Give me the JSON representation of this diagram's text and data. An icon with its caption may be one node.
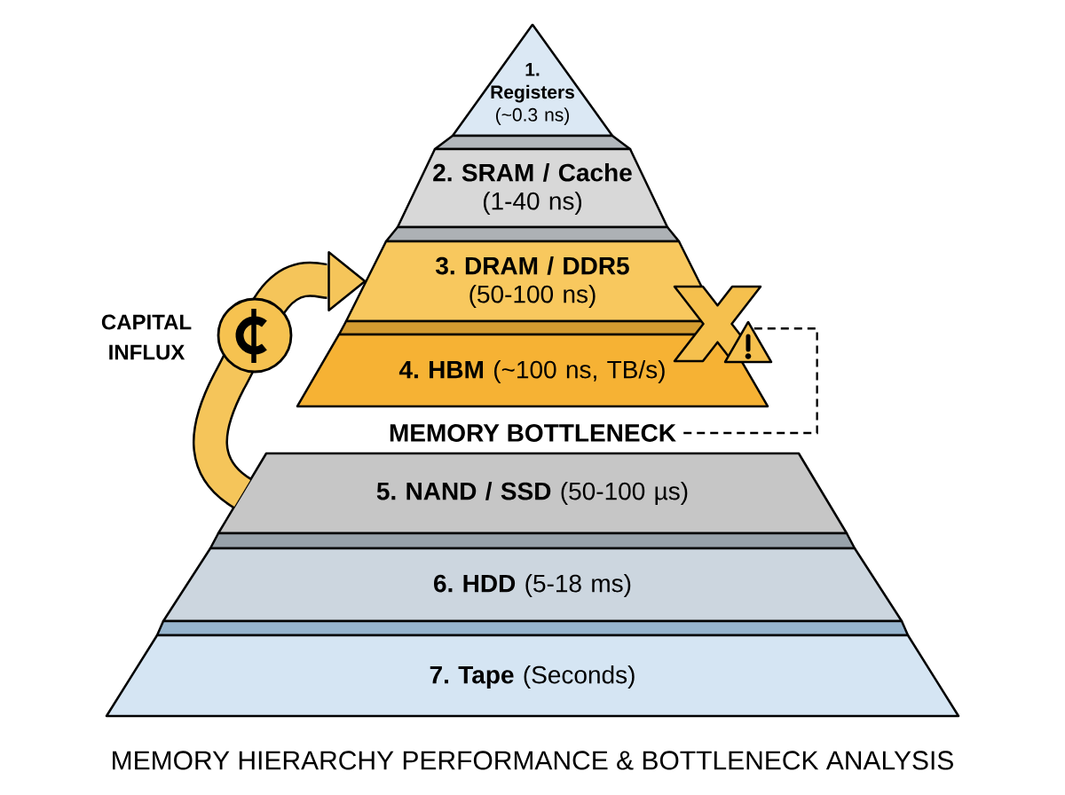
{
  "diagram": {
    "caption": "MEMORY HIERARCHY PERFORMANCE & BOTTLENECK ANALYSIS",
    "nodes": [
      {
        "text": [
          "1. Registers",
          "(~0.3 ns)"
        ]
      },
      {
        "text": [
          "2. SRAM / Cache",
          "(1-40 ns)"
        ]
      },
      {
        "text": [
          "3. DRAM / DDR5",
          "(50-100 ns)"
        ]
      },
      {
        "text": [
          "**4. HBM** (~100 ns, TB/s)"
        ]
      },
      {
        "text": [
          "**5. NAND / SSD** (50-100 µs)"
        ]
      },
      {
        "text": [
          "**6. HDD** (5-18 ms)"
        ]
      },
      {
        "text": [
          "**7. Tape** (Seconds)"
        ]
      },
      {
        "text": [
          "MEMORY BOTTLENECK"
        ]
      },
      {
        "text": [],
        "shape": "triangle"
      }
    ],
    "edges": [
      {
        "from": 4,
        "to": 2,
        "arrow": "to",
        "label": "CAPITAL INFLUX",
        "style": "thick",
        "color": "#f5c55a"
      },
      {
        "from": 7,
        "to": 8,
        "arrow": "none",
        "style": "dashed",
        "color": "#000000"
      }
    ]
  }
}
